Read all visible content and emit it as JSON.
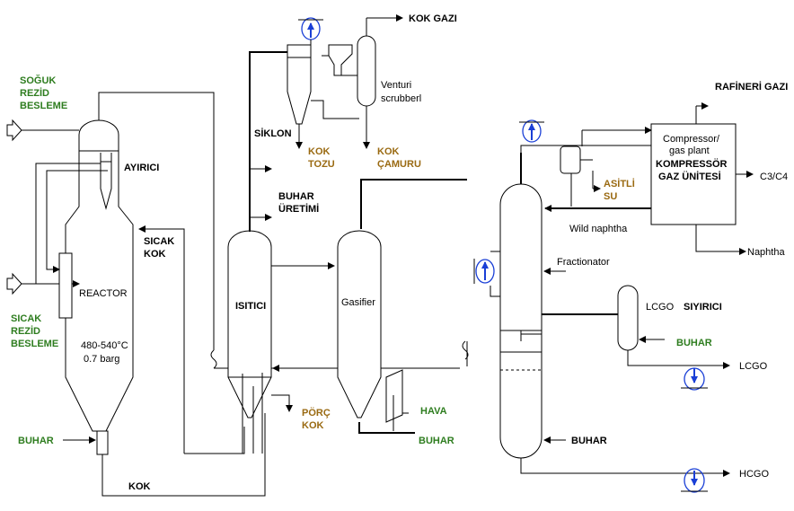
{
  "labels": {
    "kok_gazi": "KOK GAZI",
    "venturi_1": "Venturi",
    "venturi_2": "scrubberl",
    "soguk_1": "SOĞUK",
    "soguk_2": "REZİD",
    "soguk_3": "BESLEME",
    "ayirici": "AYIRICI",
    "siklon": "SİKLON",
    "kok_tozu_1": "KOK",
    "kok_tozu_2": "TOZU",
    "kok_camuru_1": "KOK",
    "kok_camuru_2": "ÇAMURU",
    "buhar_uretimi_1": "BUHAR",
    "buhar_uretimi_2": "ÜRETİMİ",
    "sicak_kok_1": "SICAK",
    "sicak_kok_2": "KOK",
    "reactor": "REACTOR",
    "isitici": "ISITICI",
    "gasifier": "Gasifier",
    "sicak_rezid_1": "SICAK",
    "sicak_rezid_2": "REZİD",
    "sicak_rezid_3": "BESLEME",
    "temp": "480-540°C",
    "press": "0.7 barg",
    "porc_kok_1": "PÖRÇ",
    "porc_kok_2": "KOK",
    "hava": "HAVA",
    "buhar_left": "BUHAR",
    "buhar_gas": "BUHAR",
    "kok": "KOK",
    "rafineri_gazi": "RAFİNERİ GAZI",
    "compressor_1": "Compressor/",
    "compressor_2": "gas plant",
    "compressor_3": "KOMPRESSÖR",
    "compressor_4": "GAZ ÜNİTESİ",
    "c3c4": "C3/C4",
    "asitli_1": "ASİTLİ",
    "asitli_2": "SU",
    "wild_naphtha": "Wild naphtha",
    "naphtha": "Naphtha",
    "fractionator": "Fractionator",
    "lcgo_siyirici_1": "LCGO",
    "lcgo_siyirici_2": "SIYIRICI",
    "buhar_lcgo": "BUHAR",
    "lcgo": "LCGO",
    "buhar_frac": "BUHAR",
    "hcgo": "HCGO"
  },
  "colors": {
    "green": "#2e7d1f",
    "brown": "#9a6a12",
    "pump_blue": "#1a3fd6"
  }
}
